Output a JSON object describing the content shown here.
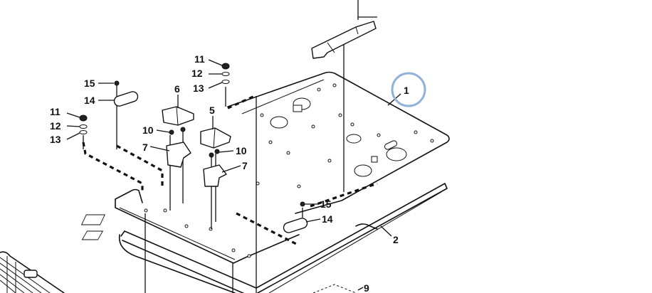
{
  "callouts": {
    "c1": "1",
    "c2": "2",
    "c5": "5",
    "c6": "6",
    "c7a": "7",
    "c7b": "7",
    "c9": "9",
    "c10a": "10",
    "c10b": "10",
    "c11a": "11",
    "c11b": "11",
    "c12a": "12",
    "c12b": "12",
    "c13a": "13",
    "c13b": "13",
    "c14a": "14",
    "c14b": "14",
    "c15a": "15",
    "c15b": "15"
  },
  "colors": {
    "highlight": "#8fb3d9",
    "line": "#111111",
    "background": "#ffffff"
  }
}
